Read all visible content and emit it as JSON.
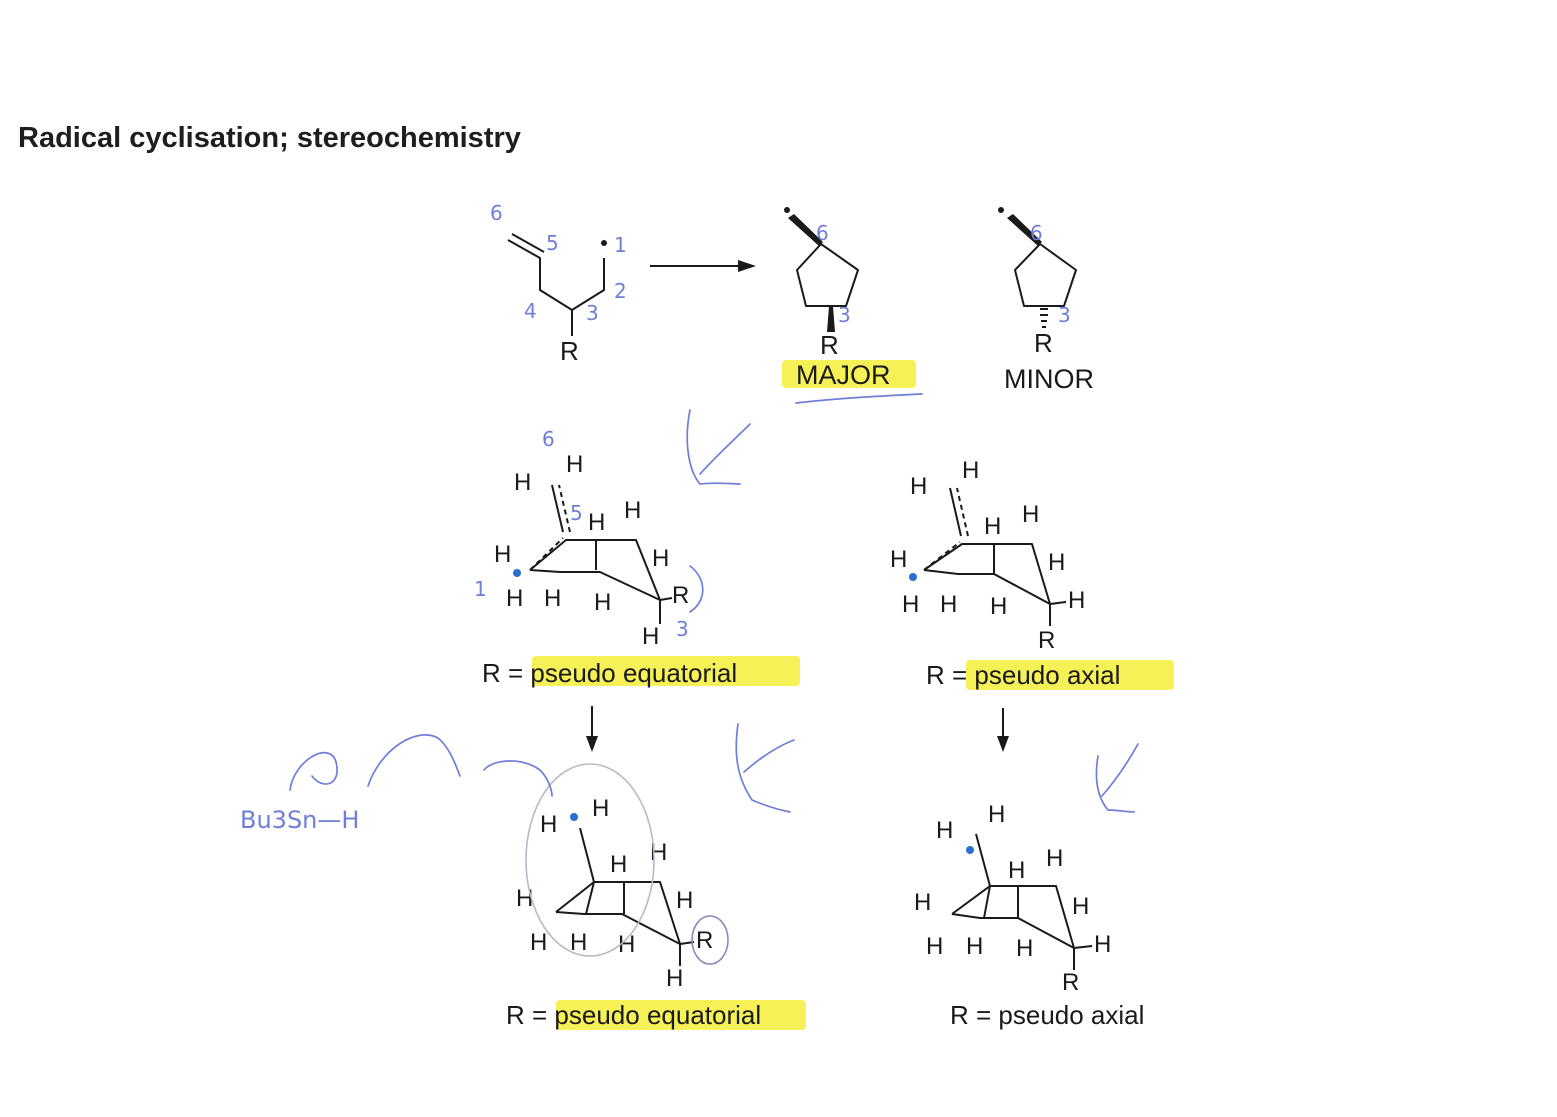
{
  "title": "Radical cyclisation; stereochemistry",
  "atoms": {
    "R": "R",
    "H": "H"
  },
  "products": {
    "major_label": "MAJOR",
    "minor_label": "MINOR"
  },
  "transition_states": {
    "left_label_prefix": "R = ",
    "left_label_term": "pseudo equatorial",
    "right_label_prefix": "R = ",
    "right_label_term": "pseudo axial"
  },
  "chair_products": {
    "left_label_prefix": "R = ",
    "left_label_term": "pseudo equatorial",
    "right_label": "R = pseudo axial"
  },
  "annotations": {
    "numbers": [
      "6",
      "5",
      "1",
      "2",
      "4",
      "3",
      "6",
      "3",
      "6",
      "3",
      "6",
      "5",
      "1",
      "3"
    ],
    "reagent": "Bu3Sn—H",
    "highlight_color": "#f5ee3a",
    "ink_color": "#6f7fd8"
  }
}
